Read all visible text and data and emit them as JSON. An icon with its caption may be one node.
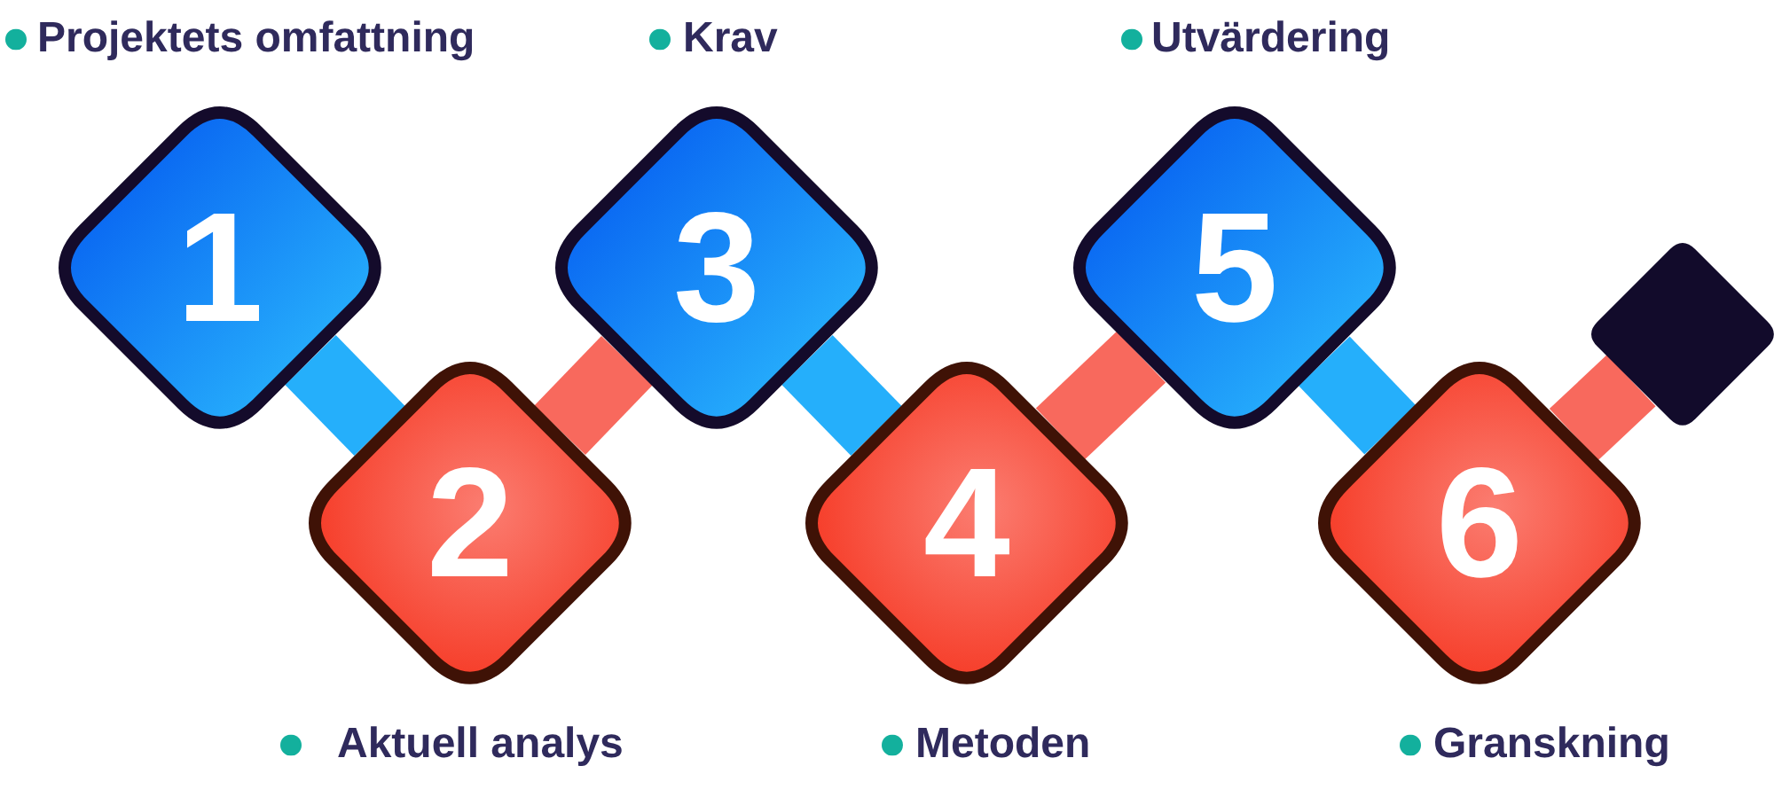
{
  "diagram": {
    "nodes": [
      {
        "text": [
          "1"
        ],
        "beside": [
          "Projektets omfattning"
        ]
      },
      {
        "text": [
          "2"
        ],
        "beside": [
          "Aktuell analys"
        ]
      },
      {
        "text": [
          "3"
        ],
        "beside": [
          "Krav"
        ]
      },
      {
        "text": [
          "4"
        ],
        "beside": [
          "Metoden"
        ]
      },
      {
        "text": [
          "5"
        ],
        "beside": [
          "Utvärdering"
        ]
      },
      {
        "text": [
          "6"
        ],
        "beside": [
          "Granskning"
        ]
      },
      {
        "text": [],
        "shape": "diamond"
      }
    ],
    "edges": [
      {
        "from": 0,
        "to": 1,
        "arrow": "none",
        "color": "#25affb"
      },
      {
        "from": 1,
        "to": 2,
        "arrow": "none",
        "color": "#f8695d"
      },
      {
        "from": 2,
        "to": 3,
        "arrow": "none",
        "color": "#25affb"
      },
      {
        "from": 3,
        "to": 4,
        "arrow": "none",
        "color": "#f8695d"
      },
      {
        "from": 4,
        "to": 5,
        "arrow": "none",
        "color": "#25affb"
      },
      {
        "from": 5,
        "to": 6,
        "arrow": "none",
        "color": "#f8695d"
      }
    ]
  }
}
